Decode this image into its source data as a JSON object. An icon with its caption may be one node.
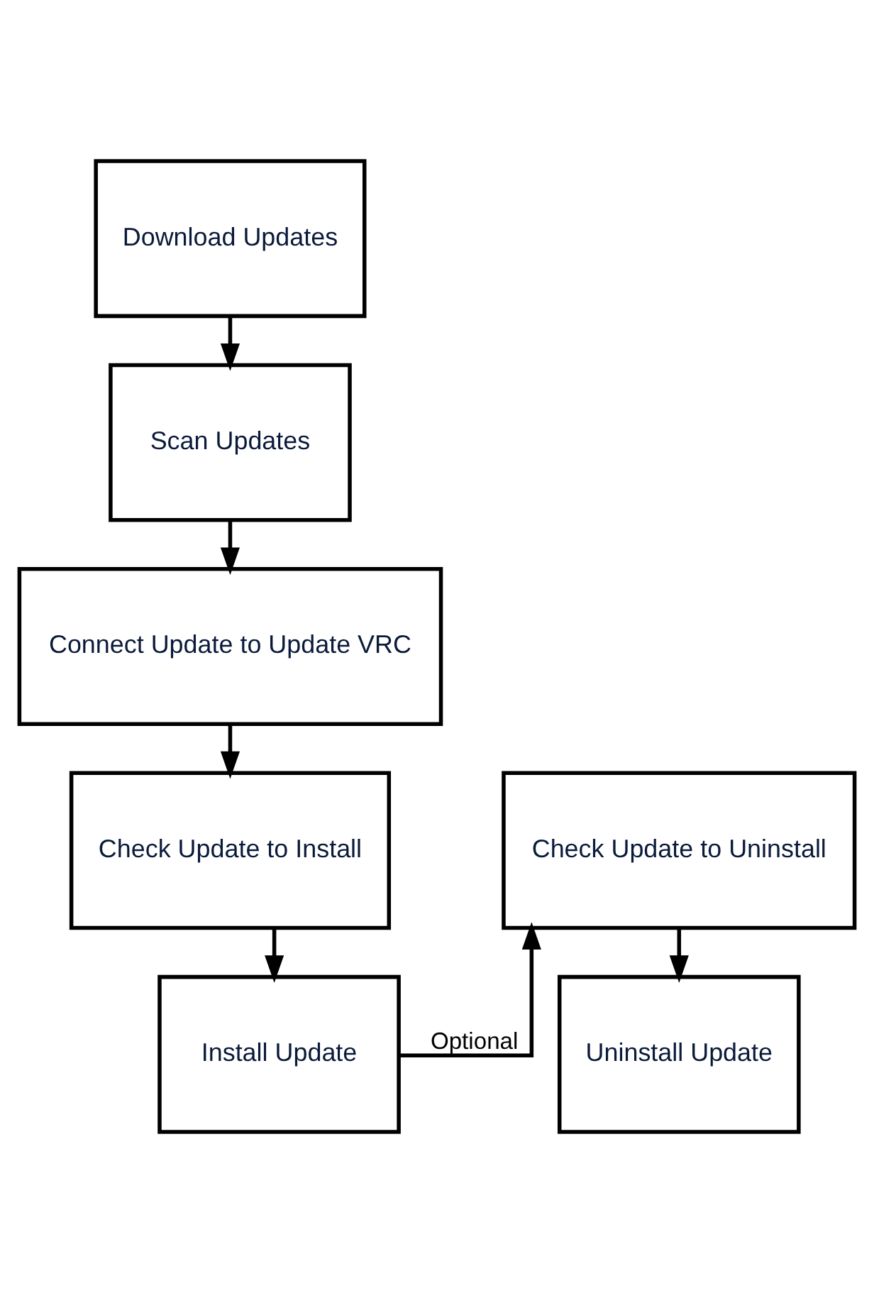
{
  "diagram": {
    "nodes": [
      {
        "text": [
          "Download Updates"
        ]
      },
      {
        "text": [
          "Scan Updates"
        ]
      },
      {
        "text": [
          "Connect Update to Update VRC"
        ]
      },
      {
        "text": [
          "Check Update to Install"
        ]
      },
      {
        "text": [
          "Install Update"
        ]
      },
      {
        "text": [
          "Check Update to Uninstall"
        ]
      },
      {
        "text": [
          "Uninstall Update"
        ]
      }
    ],
    "edges": [
      {
        "from": 0,
        "to": 1,
        "arrow": "to"
      },
      {
        "from": 1,
        "to": 2,
        "arrow": "to"
      },
      {
        "from": 2,
        "to": 3,
        "arrow": "to"
      },
      {
        "from": 3,
        "to": 4,
        "arrow": "to"
      },
      {
        "from": 4,
        "to": 5,
        "arrow": "to",
        "label": "Optional"
      },
      {
        "from": 5,
        "to": 6,
        "arrow": "to"
      }
    ]
  }
}
